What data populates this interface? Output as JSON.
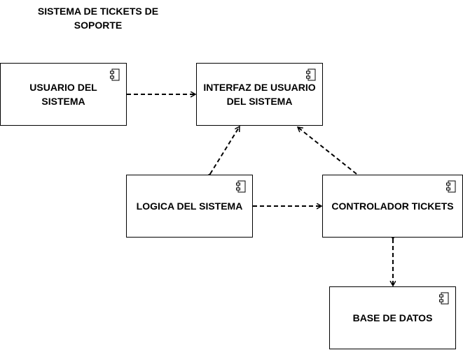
{
  "title": "SISTEMA DE TICKETS DE SOPORTE",
  "components": {
    "usuario": "USUARIO DEL SISTEMA",
    "interfaz": "INTERFAZ DE USUARIO DEL SISTEMA",
    "logica": "LOGICA DEL SISTEMA",
    "controlador": "CONTROLADOR TICKETS",
    "base": "BASE DE DATOS"
  },
  "icons": {
    "component": "uml-component-icon"
  },
  "colors": {
    "stroke": "#000000",
    "fill": "#ffffff"
  }
}
